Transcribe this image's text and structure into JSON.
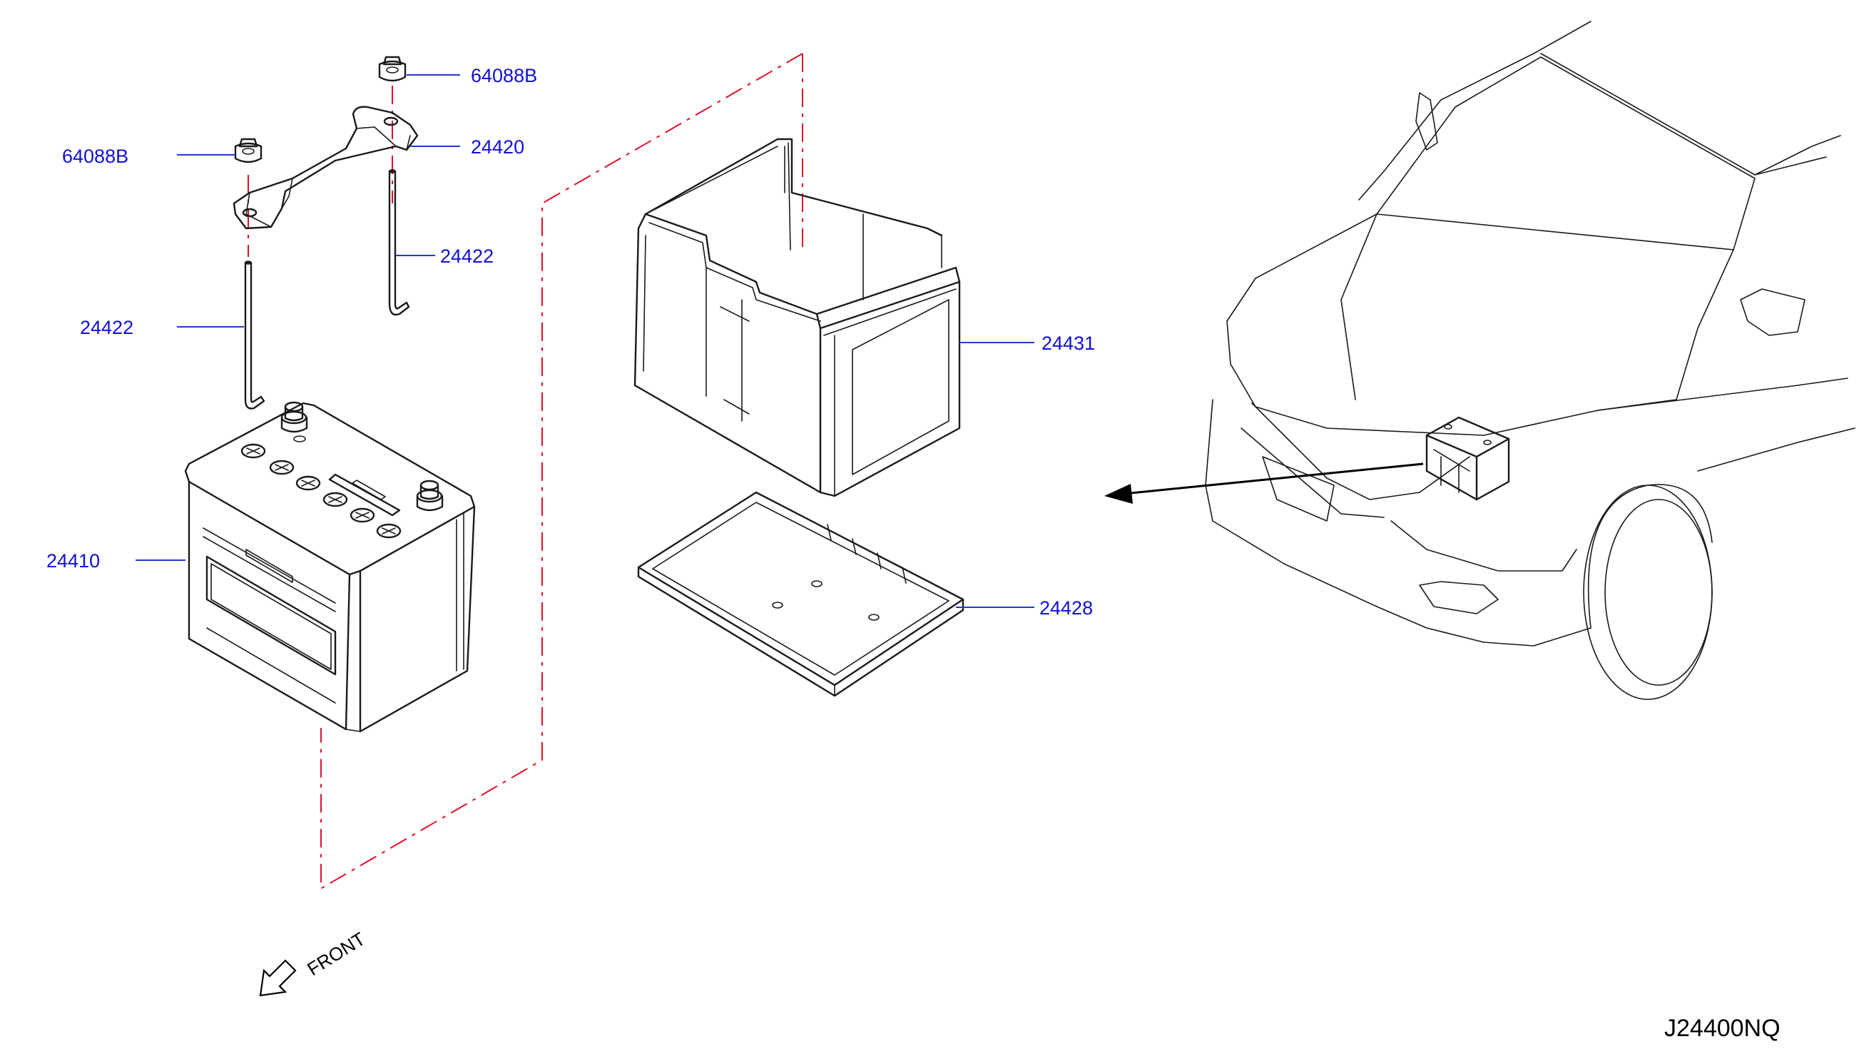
{
  "diagram": {
    "diagram_code": "J24400NQ",
    "front_label": "FRONT",
    "callouts": [
      {
        "id": "64088B-upper",
        "text": "64088B"
      },
      {
        "id": "64088B-left",
        "text": "64088B"
      },
      {
        "id": "24420",
        "text": "24420"
      },
      {
        "id": "24422-right",
        "text": "24422"
      },
      {
        "id": "24422-left",
        "text": "24422"
      },
      {
        "id": "24431",
        "text": "24431"
      },
      {
        "id": "24410",
        "text": "24410"
      },
      {
        "id": "24428",
        "text": "24428"
      }
    ],
    "colors": {
      "callout_text": "#1010d8",
      "leader": "#1f3fbf",
      "centerline": "#e0102a",
      "outline": "#1a1a1a"
    }
  }
}
